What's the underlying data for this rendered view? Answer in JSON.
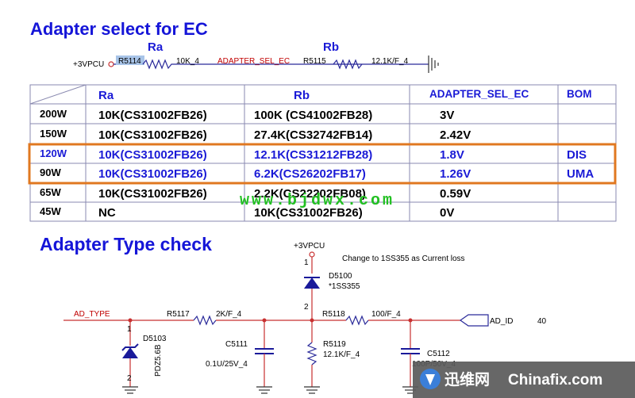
{
  "section1": {
    "title": "Adapter select for EC",
    "ra_label": "Ra",
    "rb_label": "Rb",
    "power": "+3VPCU",
    "r1_ref": "R5114",
    "r1_val": "10K_4",
    "net": "ADAPTER_SEL_EC",
    "r2_ref": "R5115",
    "r2_val": "12.1K/F_4"
  },
  "table": {
    "headers": [
      "",
      "Ra",
      "Rb",
      "ADAPTER_SEL_EC",
      "BOM"
    ],
    "rows": [
      {
        "watt": "200W",
        "ra": "10K(CS31002FB26)",
        "rb": "100K (CS41002FB28)",
        "v": "3V",
        "bom": ""
      },
      {
        "watt": "150W",
        "ra": "10K(CS31002FB26)",
        "rb": "27.4K(CS32742FB14)",
        "v": "2.42V",
        "bom": ""
      },
      {
        "watt": "120W",
        "ra": "10K(CS31002FB26)",
        "rb": "12.1K(CS31212FB28)",
        "v": "1.8V",
        "bom": "DIS"
      },
      {
        "watt": "90W",
        "ra": "10K(CS31002FB26)",
        "rb": "6.2K(CS26202FB17)",
        "v": "1.26V",
        "bom": "UMA"
      },
      {
        "watt": "65W",
        "ra": "10K(CS31002FB26)",
        "rb": "2.2K(CS22202FB08)",
        "v": "0.59V",
        "bom": ""
      },
      {
        "watt": "45W",
        "ra": "NC",
        "rb": "10K(CS31002FB26)",
        "v": "0V",
        "bom": ""
      }
    ]
  },
  "watermark": "www.bjdwx.com",
  "section2": {
    "title": "Adapter Type check",
    "power": "+3VPCU",
    "note": "Change to 1SS355 as Current loss",
    "d5100_ref": "D5100",
    "d5100_val": "*1SS355",
    "net_in": "AD_TYPE",
    "r5117_ref": "R5117",
    "r5117_val": "2K/F_4",
    "r5118_ref": "R5118",
    "r5118_val": "100/F_4",
    "net_out": "AD_ID",
    "page_ref": "40",
    "d5103_ref": "D5103",
    "d5103_val": "PDZ5.6B",
    "c5111_ref": "C5111",
    "c5111_val": "0.1U/25V_4",
    "r5119_ref": "R5119",
    "r5119_val": "12.1K/F_4",
    "c5112_ref": "C5112",
    "c5112_val": "100P/50V_4",
    "pin1": "1",
    "pin2": "2"
  },
  "logo": {
    "text1": "迅维网",
    "text2": "Chinafix.com"
  },
  "colors": {
    "title": "#1515d8",
    "highlight": "#e07820",
    "wire_blue": "#2a2a9a",
    "wire_red": "#c83030",
    "watermark": "#22c022"
  }
}
